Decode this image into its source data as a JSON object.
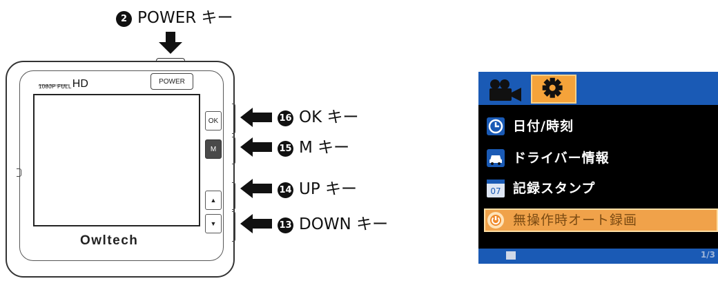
{
  "labels": {
    "power": {
      "num": "2",
      "text": "POWER キー"
    },
    "ok": {
      "num": "16",
      "text": "OK キー"
    },
    "m": {
      "num": "15",
      "text": "M キー"
    },
    "up": {
      "num": "14",
      "text": "UP キー"
    },
    "down": {
      "num": "13",
      "text": "DOWN キー"
    }
  },
  "device": {
    "power_button_label": "POWER",
    "brand_line1": "1080P FULL",
    "brand_line2": "DRIVE RECORDER",
    "brand_hd": "HD",
    "logo": "Owltech",
    "buttons": {
      "ok": "OK",
      "m": "M",
      "up": "▲",
      "down": "▼"
    }
  },
  "menu": {
    "colors": {
      "bar": "#1a5ab5",
      "accent": "#f5a33a",
      "background": "#000000"
    },
    "tabs": [
      {
        "icon": "video-camera-icon",
        "active": false
      },
      {
        "icon": "gear-icon",
        "active": true
      }
    ],
    "items": [
      {
        "icon": "clock-icon",
        "label": "日付/時刻",
        "selected": false
      },
      {
        "icon": "car-icon",
        "label": "ドライバー情報",
        "selected": false
      },
      {
        "icon": "calendar-icon",
        "label": "記録スタンプ",
        "selected": false
      },
      {
        "icon": "power-icon",
        "label": "無操作時オート録画",
        "selected": true
      }
    ],
    "page": "1/3"
  }
}
